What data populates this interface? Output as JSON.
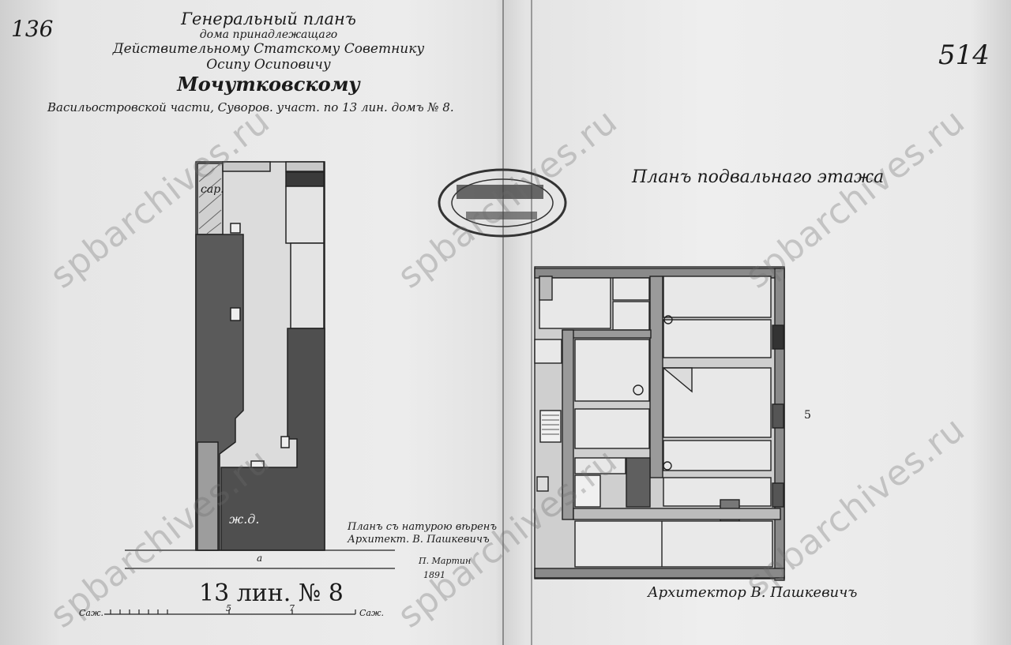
{
  "watermark": "spbarchives.ru",
  "sheet_number_left": "136",
  "sheet_number_right": "514",
  "title": {
    "line1": "Генеральный планъ",
    "line2": "дома принадлежащаго",
    "line3": "Действительному Статскому Советнику",
    "line4": "Осипу Осиповичу",
    "owner": "Мочутковскому",
    "address": "Васильостровской части, Суворов. участ. по 13 лин. домъ № 8."
  },
  "site_plan": {
    "shed_label": "сар.",
    "wing_label": "ж.д.",
    "facade_mark": "а",
    "street_label": "13 лин. № 8"
  },
  "scale": {
    "unit": "Саж.",
    "mark_mid": "5",
    "mark_mid2": "7",
    "unit_end": "Саж."
  },
  "approval_note": "Планъ съ натурою вѣренъ Архитект. В. Пашкевичъ",
  "approval_initials": "П. Мартин",
  "approval_year": "1891",
  "basement": {
    "title": "Планъ подвальнаго этажа",
    "mark": "5"
  },
  "architect_signature": "Архитектор В. Пашкевичъ"
}
